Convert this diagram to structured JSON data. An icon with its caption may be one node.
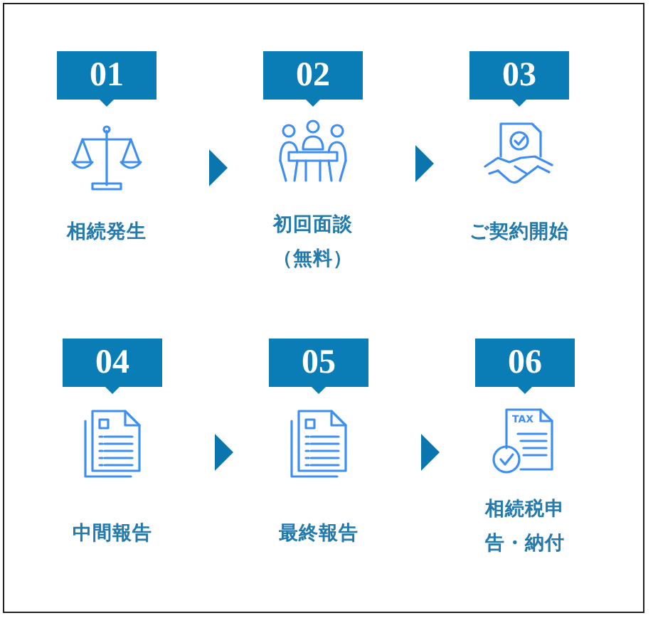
{
  "diagram": {
    "nodes": [
      {
        "text": [
          "01",
          "相続発生"
        ]
      },
      {
        "text": [
          "02",
          "初回面談（無料）"
        ]
      },
      {
        "text": [
          "03",
          "ご契約開始"
        ]
      },
      {
        "text": [
          "04",
          "中間報告"
        ]
      },
      {
        "text": [
          "05",
          "最終報告"
        ]
      },
      {
        "text": [
          "06",
          "相続税申告・納付"
        ]
      }
    ],
    "edges": [
      {
        "from": 0,
        "to": 1,
        "arrow": "to"
      },
      {
        "from": 1,
        "to": 2,
        "arrow": "to"
      },
      {
        "from": 3,
        "to": 4,
        "arrow": "to"
      },
      {
        "from": 4,
        "to": 5,
        "arrow": "to"
      }
    ],
    "labels": [
      "TAX"
    ]
  }
}
